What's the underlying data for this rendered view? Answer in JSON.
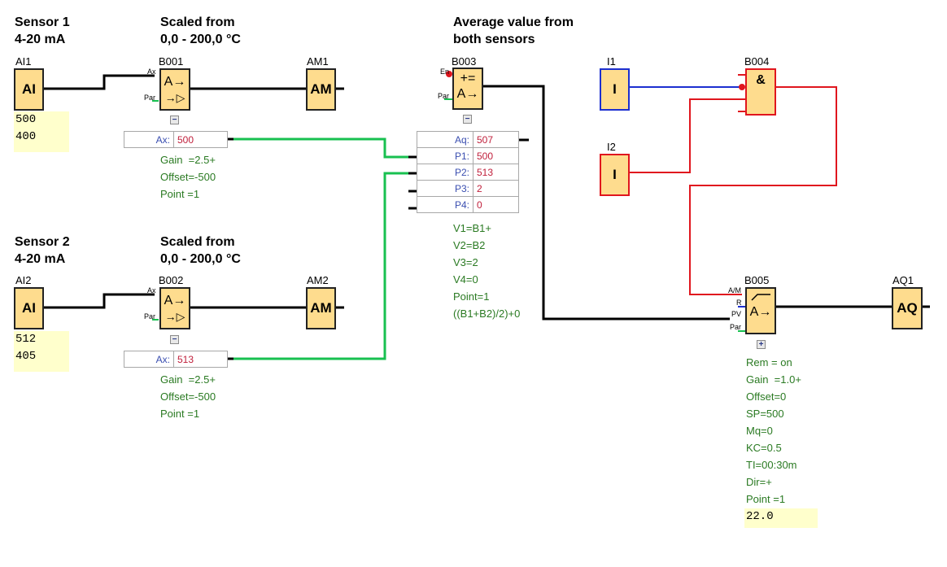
{
  "titles": {
    "sensor1": "Sensor 1\n4-20 mA",
    "scaled1": "Scaled from\n0,0 - 200,0 °C",
    "average": "Average value from\nboth sensors",
    "sensor2": "Sensor 2\n4-20 mA",
    "scaled2": "Scaled from\n0,0 - 200,0 °C"
  },
  "blocks": {
    "AI1": {
      "label": "AI1",
      "symbol": "AI",
      "values": [
        "500",
        "400"
      ]
    },
    "AI2": {
      "label": "AI2",
      "symbol": "AI",
      "values": [
        "512",
        "405"
      ]
    },
    "B001": {
      "label": "B001",
      "symbol_top": "A→",
      "symbol_bottom": "→▷",
      "pin_ax": "Ax",
      "pin_par": "Par",
      "param_key": "Ax:",
      "param_value": "500",
      "params": [
        "Gain  =2.5+",
        "Offset=-500",
        "Point =1"
      ]
    },
    "B002": {
      "label": "B002",
      "symbol_top": "A→",
      "symbol_bottom": "→▷",
      "pin_ax": "Ax",
      "pin_par": "Par",
      "param_key": "Ax:",
      "param_value": "513",
      "params": [
        "Gain  =2.5+",
        "Offset=-500",
        "Point =1"
      ]
    },
    "AM1": {
      "label": "AM1",
      "symbol": "AM"
    },
    "AM2": {
      "label": "AM2",
      "symbol": "AM"
    },
    "B003": {
      "label": "B003",
      "symbol_top": "+=",
      "symbol_bottom": "A→",
      "pin_en": "En",
      "pin_par": "Par",
      "table": [
        {
          "key": "Aq:",
          "value": "507"
        },
        {
          "key": "P1:",
          "value": "500"
        },
        {
          "key": "P2:",
          "value": "513"
        },
        {
          "key": "P3:",
          "value": "2"
        },
        {
          "key": "P4:",
          "value": "0"
        }
      ],
      "params": [
        "V1=B1+",
        "V2=B2",
        "V3=2",
        "V4=0",
        "Point=1",
        "((B1+B2)/2)+0"
      ]
    },
    "I1": {
      "label": "I1",
      "symbol": "I"
    },
    "I2": {
      "label": "I2",
      "symbol": "I"
    },
    "B004": {
      "label": "B004",
      "symbol": "&"
    },
    "B005": {
      "label": "B005",
      "symbol": "A→",
      "pin_am": "A/M",
      "pin_r": "R",
      "pin_pv": "PV",
      "pin_par": "Par",
      "params": [
        "Rem = on",
        "Gain  =1.0+",
        "Offset=0",
        "SP=500",
        "Mq=0",
        "KC=0.5",
        "TI=00:30m",
        "Dir=+",
        "Point =1"
      ],
      "output_value": "22.0"
    },
    "AQ1": {
      "label": "AQ1",
      "symbol": "AQ"
    }
  },
  "toggles": {
    "collapse": "−",
    "expand": "+"
  },
  "colors": {
    "block_fill": "#fedc8e",
    "wire_on": "#e0161e",
    "wire_off": "#1c2fd0",
    "wire_param": "#18c050",
    "wire_analog": "#000000"
  }
}
